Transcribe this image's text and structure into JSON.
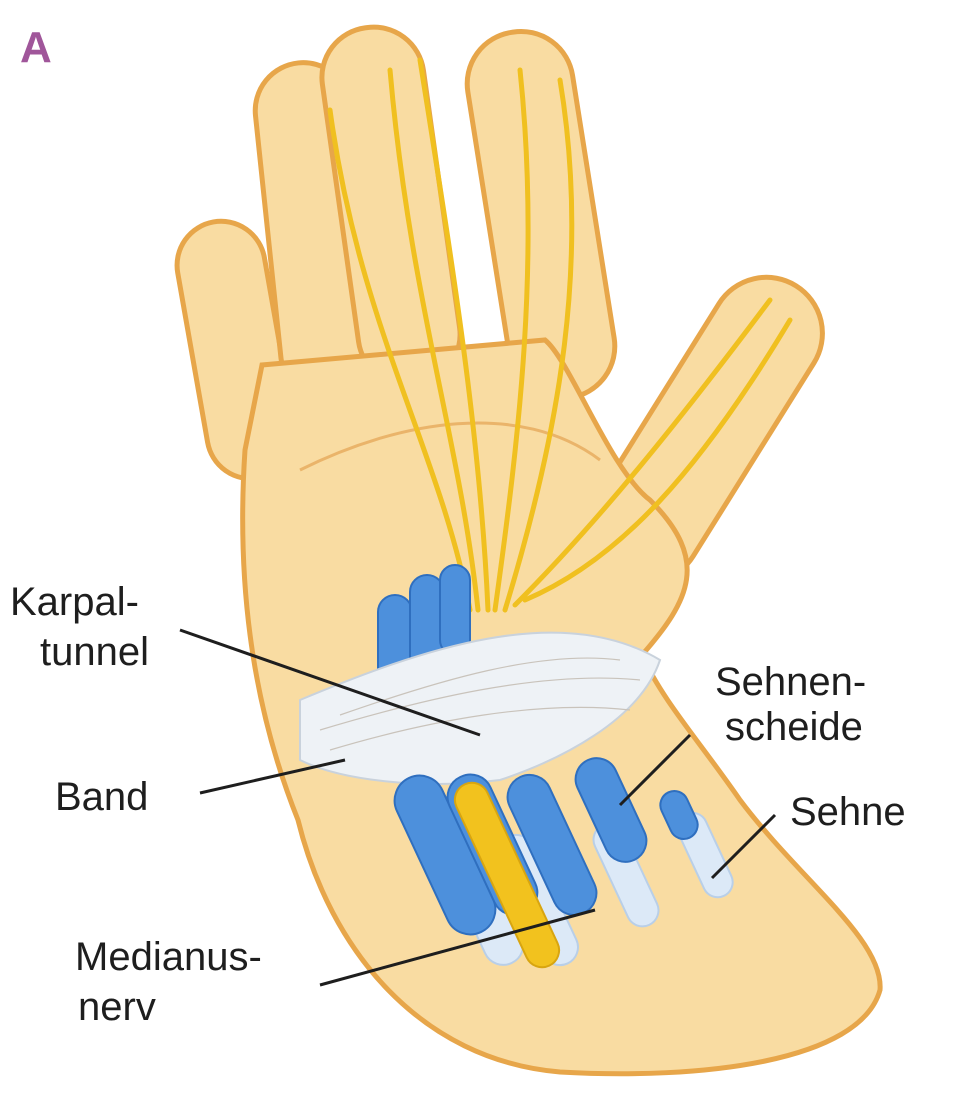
{
  "panel_label": "A",
  "colors": {
    "panel_label": "#a0569a",
    "skin": "#f9dca2",
    "skin_edge": "#e7a64a",
    "tendon": "#4d90dc",
    "nerve": "#f0c020"
  },
  "labels": {
    "karpaltunnel": [
      "Karpal-",
      "tunnel"
    ],
    "band": "Band",
    "medianusnerv": [
      "Medianus-",
      "nerv"
    ],
    "sehnenscheide": [
      "Sehnen-",
      "scheide"
    ],
    "sehne": "Sehne"
  }
}
